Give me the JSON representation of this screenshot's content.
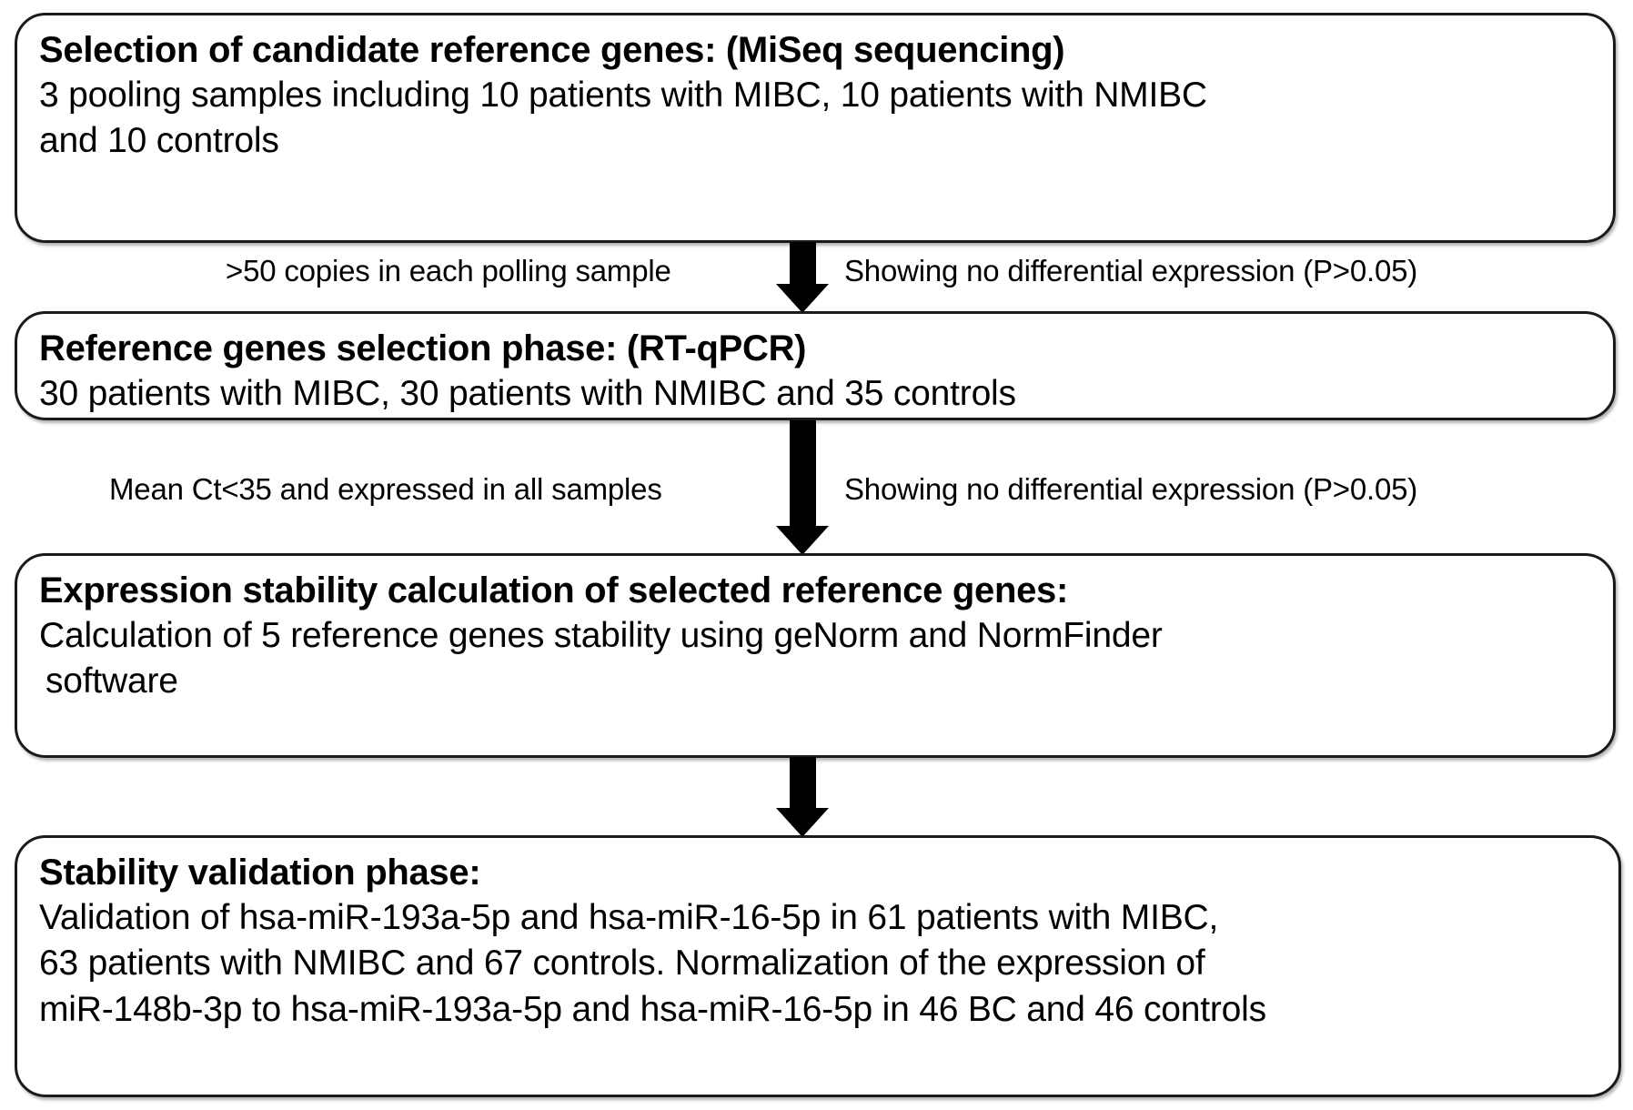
{
  "diagram": {
    "type": "flowchart",
    "orientation": "top-to-bottom",
    "nodes": [
      {
        "id": "node-1",
        "title": "Selection of candidate reference genes: (MiSeq sequencing)",
        "body_lines": [
          "3 pooling samples including 10 patients with MIBC, 10 patients with NMIBC",
          "and 10 controls"
        ]
      },
      {
        "id": "node-2",
        "title": "Reference genes selection phase: (RT-qPCR)",
        "body_lines": [
          "30 patients with MIBC, 30 patients with NMIBC and 35 controls"
        ]
      },
      {
        "id": "node-3",
        "title": "Expression stability calculation of selected reference genes:",
        "body_lines": [
          "Calculation of 5 reference genes stability using geNorm and NormFinder",
          "software"
        ]
      },
      {
        "id": "node-4",
        "title": "Stability validation phase:",
        "body_lines": [
          "Validation of hsa-miR-193a-5p and hsa-miR-16-5p in 61 patients with MIBC,",
          "63 patients with NMIBC and 67 controls. Normalization of the expression of",
          "miR-148b-3p to hsa-miR-193a-5p and hsa-miR-16-5p in 46 BC and 46 controls"
        ]
      }
    ],
    "edges": [
      {
        "id": "arrow-1",
        "from": "node-1",
        "to": "node-2",
        "label_left": ">50 copies in each polling sample",
        "label_right": "Showing no differential expression (P>0.05)"
      },
      {
        "id": "arrow-2",
        "from": "node-2",
        "to": "node-3",
        "label_left": "Mean Ct<35 and expressed in all samples",
        "label_right": "Showing no differential expression (P>0.05)"
      },
      {
        "id": "arrow-3",
        "from": "node-3",
        "to": "node-4",
        "label_left": "",
        "label_right": ""
      }
    ],
    "colors": {
      "background": "#ffffff",
      "box_border": "#1a1a1a",
      "box_fill": "#ffffff",
      "arrow": "#000000",
      "text": "#000000"
    }
  }
}
